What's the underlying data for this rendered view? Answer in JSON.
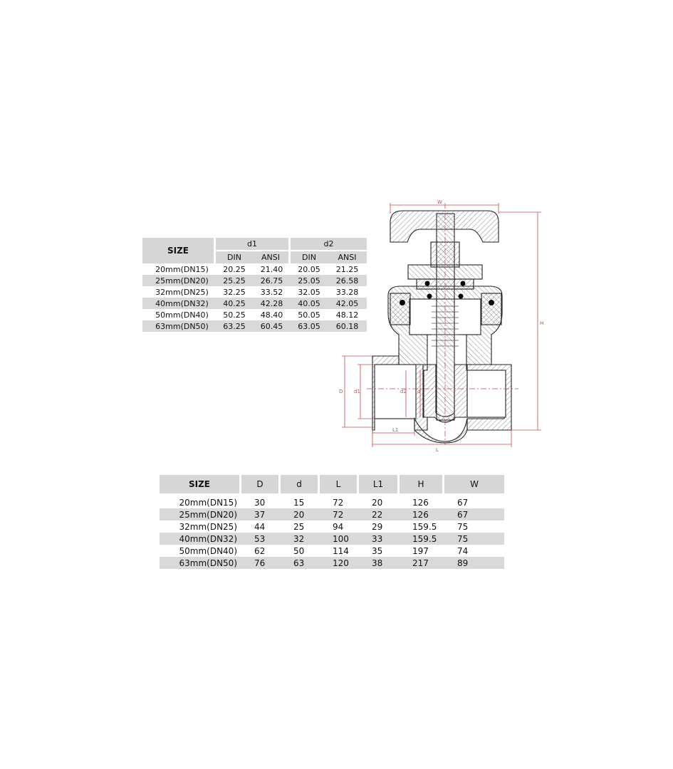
{
  "table1": {
    "size_header": "SIZE",
    "groups": [
      "d1",
      "d2"
    ],
    "subheaders": [
      "DIN",
      "ANSI",
      "DIN",
      "ANSI"
    ],
    "rows": [
      [
        "20mm(DN15)",
        "20.25",
        "21.40",
        "20.05",
        "21.25"
      ],
      [
        "25mm(DN20)",
        "25.25",
        "26.75",
        "25.05",
        "26.58"
      ],
      [
        "32mm(DN25)",
        "32.25",
        "33.52",
        "32.05",
        "33.28"
      ],
      [
        "40mm(DN32)",
        "40.25",
        "42.28",
        "40.05",
        "42.05"
      ],
      [
        "50mm(DN40)",
        "50.25",
        "48.40",
        "50.05",
        "48.12"
      ],
      [
        "63mm(DN50)",
        "63.25",
        "60.45",
        "63.05",
        "60.18"
      ]
    ]
  },
  "table2": {
    "headers": [
      "SIZE",
      "D",
      "d",
      "L",
      "L1",
      "H",
      "W"
    ],
    "rows": [
      [
        "20mm(DN15)",
        "30",
        "15",
        "72",
        "20",
        "126",
        "67"
      ],
      [
        "25mm(DN20)",
        "37",
        "20",
        "72",
        "22",
        "126",
        "67"
      ],
      [
        "32mm(DN25)",
        "44",
        "25",
        "94",
        "29",
        "159.5",
        "75"
      ],
      [
        "40mm(DN32)",
        "53",
        "32",
        "100",
        "33",
        "159.5",
        "75"
      ],
      [
        "50mm(DN40)",
        "62",
        "50",
        "114",
        "35",
        "197",
        "74"
      ],
      [
        "63mm(DN50)",
        "76",
        "63",
        "120",
        "38",
        "217",
        "89"
      ]
    ]
  },
  "drawing": {
    "labels": {
      "w": "W",
      "h": "H",
      "big_d": "D",
      "d1": "d1",
      "d2": "d2",
      "small_d": "d",
      "l1": "L1",
      "l": "L"
    },
    "colors": {
      "dimension": "#c0504d",
      "outline": "#222222",
      "hatch": "#888888",
      "seal": "#000000"
    }
  }
}
